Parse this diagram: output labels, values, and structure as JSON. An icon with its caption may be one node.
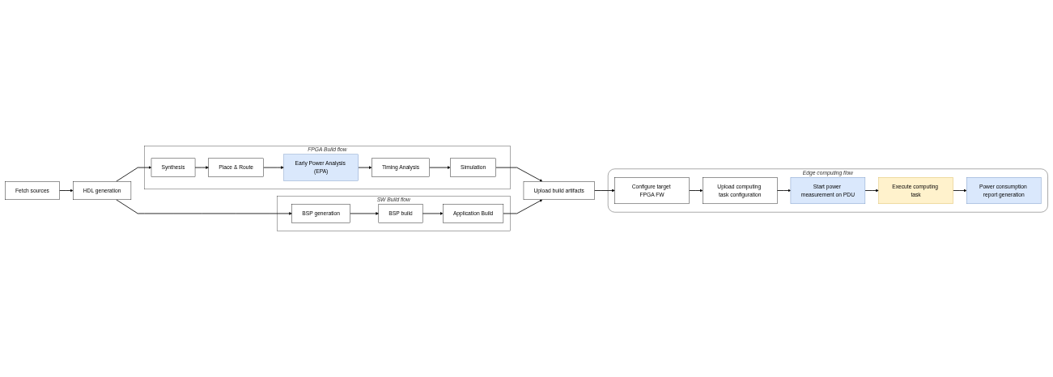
{
  "diagram": {
    "nodes": [
      {
        "text": [
          "Fetch sources"
        ]
      },
      {
        "text": [
          "HDL generation"
        ]
      },
      {
        "text": [
          "FPGA Build flow"
        ]
      },
      {
        "text": [
          "Synthesis"
        ],
        "in": 2
      },
      {
        "text": [
          "Place & Route"
        ],
        "in": 2
      },
      {
        "text": [
          "Early Power Analysis (EPA)"
        ],
        "in": 2
      },
      {
        "text": [
          "Timing Analysis"
        ],
        "in": 2
      },
      {
        "text": [
          "Simulation"
        ],
        "in": 2
      },
      {
        "text": [
          "SW Build flow"
        ]
      },
      {
        "text": [
          "BSP generation"
        ],
        "in": 8
      },
      {
        "text": [
          "BSP build"
        ],
        "in": 8
      },
      {
        "text": [
          "Application Build"
        ],
        "in": 8
      },
      {
        "text": [
          "Upload build artifacts"
        ]
      },
      {
        "text": [
          "Edge computing flow"
        ]
      },
      {
        "text": [
          "Configure target FPGA FW"
        ],
        "in": 13
      },
      {
        "text": [
          "Upload computing task configuration"
        ],
        "in": 13
      },
      {
        "text": [
          "Start power measurement on PDU"
        ],
        "in": 13
      },
      {
        "text": [
          "Execute computing task"
        ],
        "in": 13
      },
      {
        "text": [
          "Power consumption report generation"
        ],
        "in": 13
      }
    ],
    "edges": [
      {
        "from": 0,
        "to": 1,
        "arrow": "to"
      },
      {
        "from": 1,
        "to": 3,
        "arrow": "to"
      },
      {
        "from": 1,
        "to": 9,
        "arrow": "to"
      },
      {
        "from": 3,
        "to": 4,
        "arrow": "to"
      },
      {
        "from": 4,
        "to": 5,
        "arrow": "to"
      },
      {
        "from": 5,
        "to": 6,
        "arrow": "to"
      },
      {
        "from": 6,
        "to": 7,
        "arrow": "to"
      },
      {
        "from": 7,
        "to": 12,
        "arrow": "to"
      },
      {
        "from": 9,
        "to": 10,
        "arrow": "to"
      },
      {
        "from": 10,
        "to": 11,
        "arrow": "to"
      },
      {
        "from": 11,
        "to": 12,
        "arrow": "to"
      },
      {
        "from": 12,
        "to": 14,
        "arrow": "to"
      },
      {
        "from": 14,
        "to": 15,
        "arrow": "to"
      },
      {
        "from": 15,
        "to": 16,
        "arrow": "to"
      },
      {
        "from": 16,
        "to": 17,
        "arrow": "to"
      },
      {
        "from": 17,
        "to": 18,
        "arrow": "to"
      }
    ]
  }
}
